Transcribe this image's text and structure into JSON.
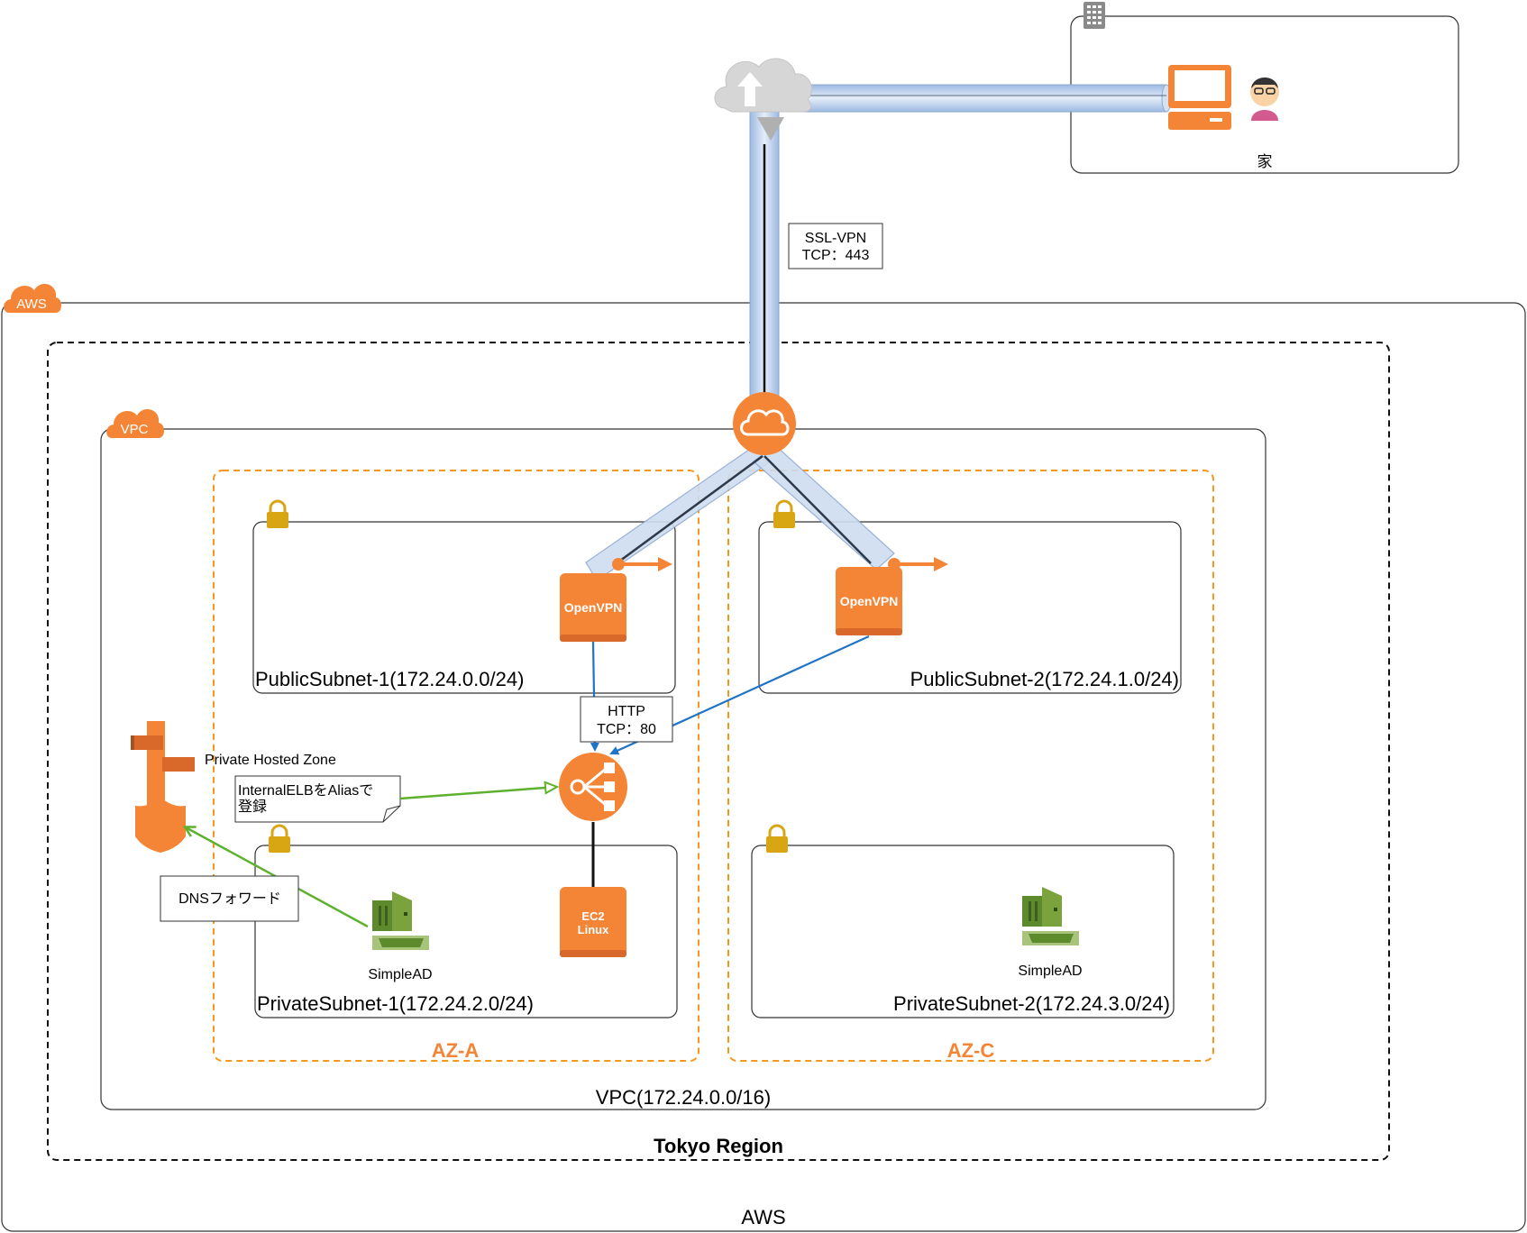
{
  "home": {
    "label": "家"
  },
  "vpn_link": {
    "line1": "SSL-VPN",
    "line2": "TCP：443"
  },
  "aws": {
    "badge": "AWS",
    "label": "AWS"
  },
  "region": {
    "label": "Tokyo Region"
  },
  "vpc": {
    "badge": "VPC",
    "label": "VPC(172.24.0.0/16)"
  },
  "az_a": {
    "label": "AZ-A"
  },
  "az_c": {
    "label": "AZ-C"
  },
  "public_subnet_1": {
    "label": "PublicSubnet-1(172.24.0.0/24)"
  },
  "public_subnet_2": {
    "label": "PublicSubnet-2(172.24.1.0/24)"
  },
  "private_subnet_1": {
    "label": "PrivateSubnet-1(172.24.2.0/24)"
  },
  "private_subnet_2": {
    "label": "PrivateSubnet-2(172.24.3.0/24)"
  },
  "openvpn_1": {
    "label": "OpenVPN"
  },
  "openvpn_2": {
    "label": "OpenVPN"
  },
  "http_link": {
    "line1": "HTTP",
    "line2": "TCP：80"
  },
  "route53": {
    "label": "Private Hosted Zone"
  },
  "alias_note": {
    "line1": "InternalELBをAliasで",
    "line2": "登録"
  },
  "dns_forward": {
    "label": "DNSフォワード"
  },
  "ec2": {
    "line1": "EC2",
    "line2": "Linux"
  },
  "simplead_1": {
    "label": "SimpleAD"
  },
  "simplead_2": {
    "label": "SimpleAD"
  },
  "colors": {
    "aws_orange": "#F58536",
    "az_border": "#F7981D",
    "tunnel": "#B7CDEA",
    "link_blue": "#1F74C8",
    "link_green": "#5DB12E",
    "simplead_green": "#5E8A2E",
    "lock_gold": "#D9A613"
  }
}
